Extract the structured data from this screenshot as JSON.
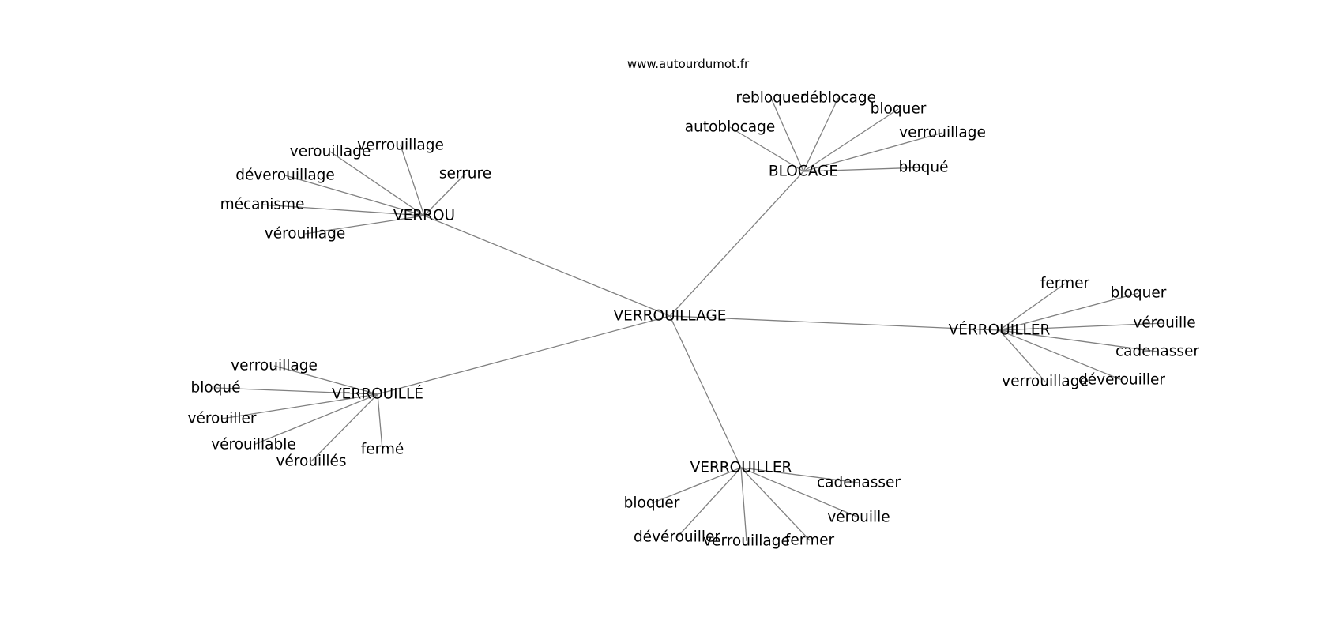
{
  "watermark": "www.autourdumot.fr",
  "graph": {
    "center": "VERROUILLAGE",
    "hubs": [
      {
        "label": "VERROU",
        "leaves": [
          "verouillage",
          "verrouillage",
          "déverouillage",
          "serrure",
          "mécanisme",
          "vérouillage"
        ]
      },
      {
        "label": "BLOCAGE",
        "leaves": [
          "rebloquer",
          "déblocage",
          "bloquer",
          "autoblocage",
          "verrouillage",
          "bloqué"
        ]
      },
      {
        "label": "VÉRROUILLER",
        "leaves": [
          "fermer",
          "bloquer",
          "vérouille",
          "cadenasser",
          "déverouiller",
          "verrouillage"
        ]
      },
      {
        "label": "VERROUILLÉ",
        "leaves": [
          "verrouillage",
          "bloqué",
          "vérouiller",
          "vérouillable",
          "vérouillés",
          "fermé"
        ]
      },
      {
        "label": "VERROUILLER",
        "leaves": [
          "cadenasser",
          "bloquer",
          "vérouille",
          "dévérouiller",
          "verrouillage",
          "fermer"
        ]
      }
    ]
  }
}
